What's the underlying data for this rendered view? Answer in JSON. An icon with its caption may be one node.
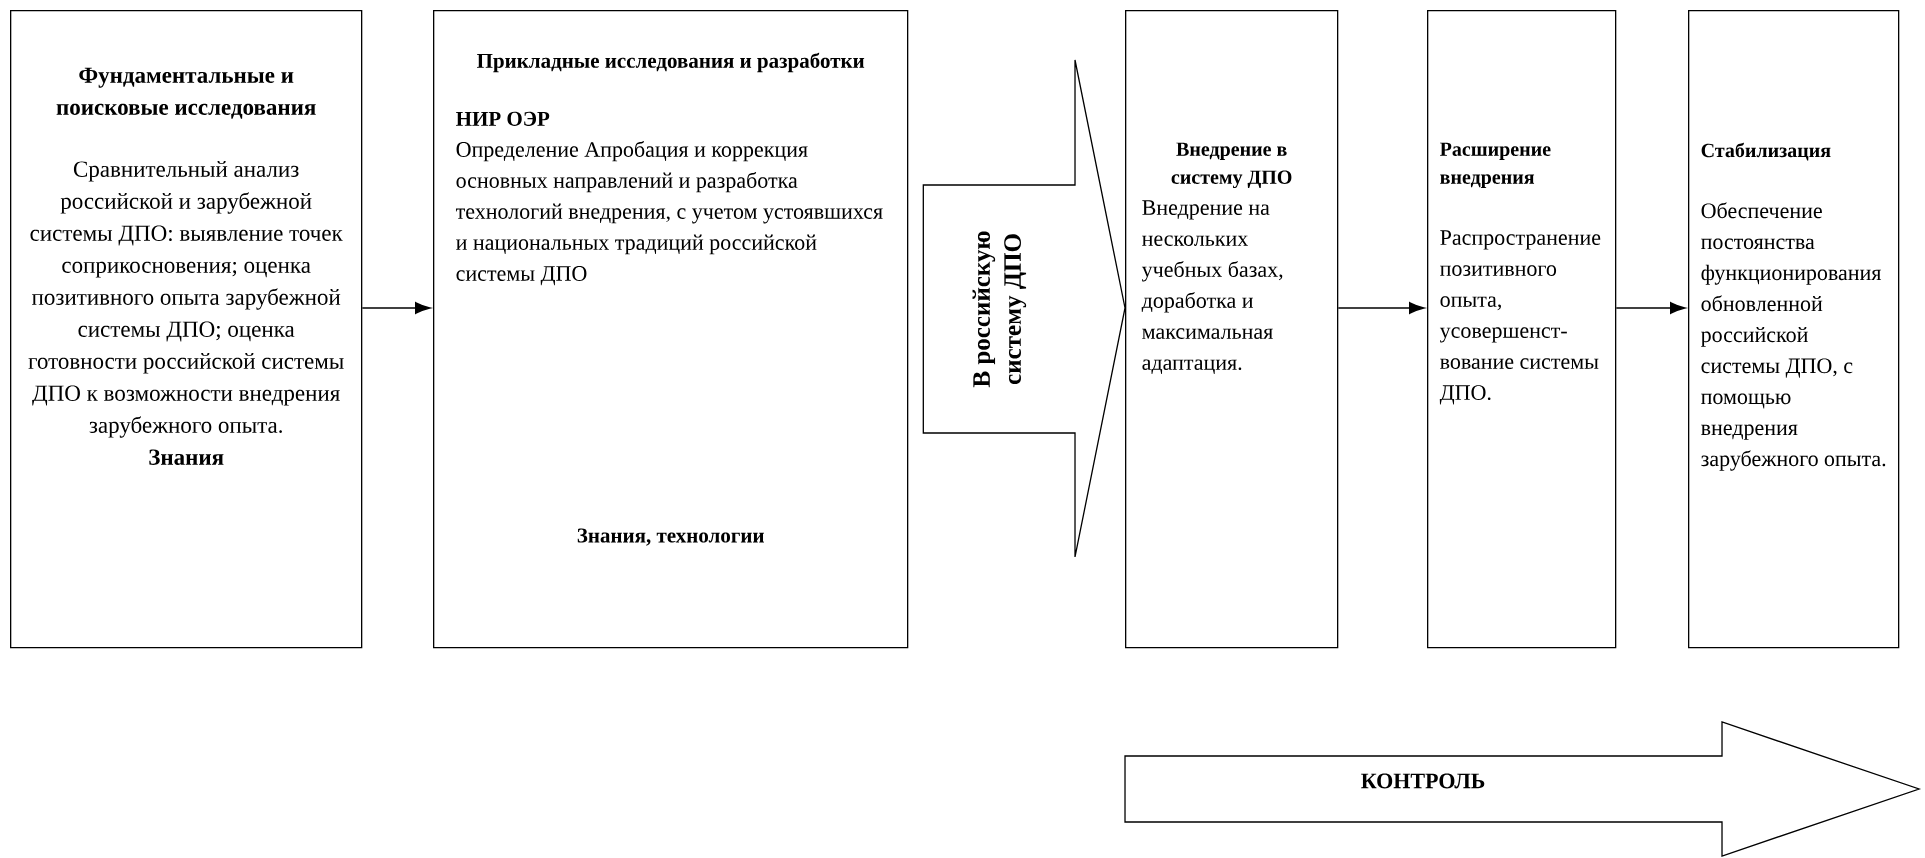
{
  "diagram": {
    "nodes": [
      {
        "text": [
          "Фундаментальные и поисковые исследования",
          "Сравнительный анализ российской и зарубежной системы ДПО: выявление точек соприкосновения; оценка позитивного опыта зарубежной системы ДПО; оценка готовности российской системы ДПО к возможности внедрения зарубежного опыта.",
          "Знания"
        ]
      },
      {
        "text": [
          "Прикладные исследования и разработки",
          "НИР ОЭР",
          "Определение Апробация и коррекция основных направлений и разработка технологий внедрения, с учетом устоявшихся и национальных традиций российской системы ДПО",
          "Знания, технологии"
        ]
      },
      {
        "text": [
          "Внедрение в систему ДПО",
          "Внедрение на нескольких учебных базах, доработка и максимальная адаптация."
        ]
      },
      {
        "text": [
          "Расширение внедрения",
          "Распространение позитивного опыта, усовершенст-вование системы ДПО."
        ]
      },
      {
        "text": [
          "Стабилизация",
          "Обеспечение постоянства функционирования обновленной российской системы ДПО, с помощью внедрения зарубежного опыта."
        ]
      },
      {
        "text": [
          "КОНТРОЛЬ"
        ]
      }
    ],
    "edges": [
      {
        "from": 0,
        "to": 1,
        "arrow": "to"
      },
      {
        "from": 1,
        "to": 2,
        "arrow": "to",
        "label": "В российскую систему ДПО",
        "style": "thick"
      },
      {
        "from": 2,
        "to": 3,
        "arrow": "to"
      },
      {
        "from": 3,
        "to": 4,
        "arrow": "to"
      }
    ]
  }
}
